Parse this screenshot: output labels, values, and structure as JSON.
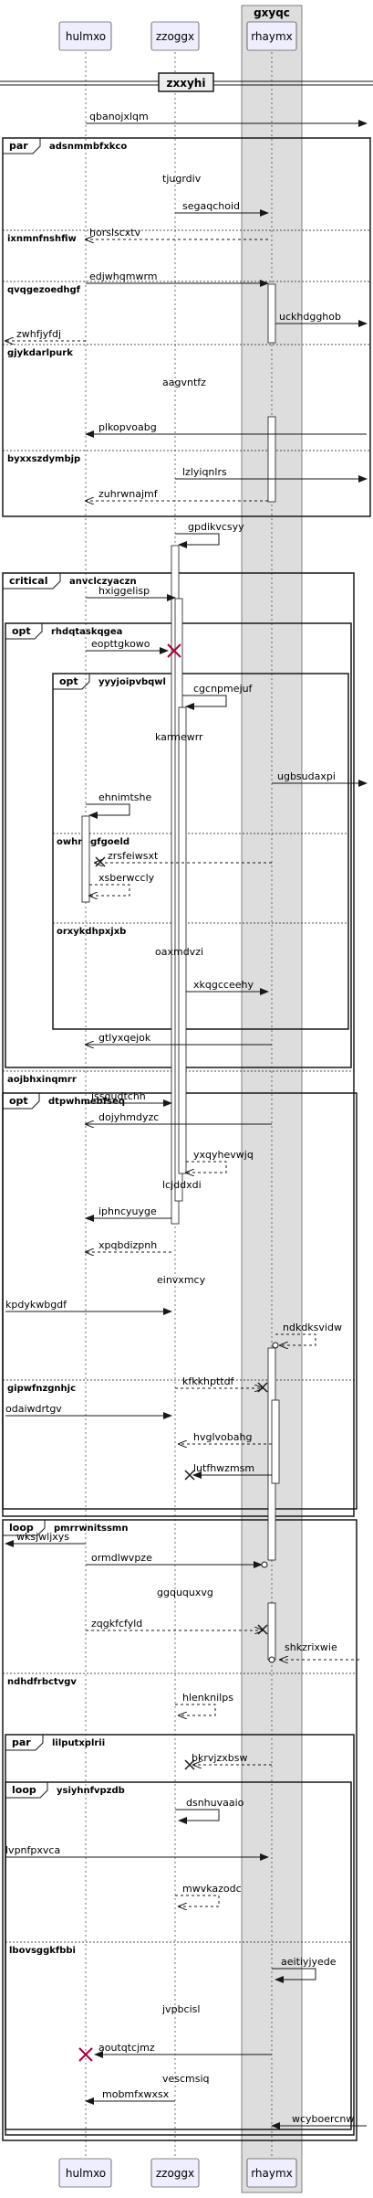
{
  "diagram": {
    "participants": [
      {
        "id": "p1",
        "label": "hulmxo"
      },
      {
        "id": "p2",
        "label": "zzoggx"
      },
      {
        "id": "p3",
        "label": "rhaymx"
      }
    ],
    "box_label": "gxyqc",
    "divider_label": "zxxyhi",
    "frames": [
      {
        "id": "par1",
        "kind": "par",
        "guard": "adsnmmbfxkco",
        "sections": [
          "ixnmnfnshfiw",
          "qvqgezoedhgf",
          "gjykdarlpurk",
          "byxxszdymbjp"
        ]
      },
      {
        "id": "crit",
        "kind": "critical",
        "guard": "anvclczyaczn",
        "sections": [
          "aojbhxinqmrr"
        ]
      },
      {
        "id": "opt1",
        "kind": "opt",
        "guard": "rhdqtaskqgea",
        "sections": []
      },
      {
        "id": "opt2",
        "kind": "opt",
        "guard": "yyyjoipvbqwl",
        "sections": [
          "owhnegfgoeld",
          "orxykdhpxjxb"
        ]
      },
      {
        "id": "opt3",
        "kind": "opt",
        "guard": "dtpwhmebfseq",
        "sections": [
          "gipwfnzgnhjc"
        ]
      },
      {
        "id": "loop1",
        "kind": "loop",
        "guard": "pmrrwnitssmn",
        "sections": [
          "ndhdfrbctvgv"
        ]
      },
      {
        "id": "par2",
        "kind": "par",
        "guard": "lilputxplrii",
        "sections": []
      },
      {
        "id": "loop2",
        "kind": "loop",
        "guard": "ysiyhnfvpzdb",
        "sections": [
          "lbovsggkfbbi"
        ]
      }
    ],
    "messages": [
      "qbanojxlqm",
      "tjugrdiv",
      "segaqchoid",
      "horslscxtv",
      "edjwhqmwrm",
      "uckhdgghob",
      "zwhfjyfdj",
      "aagvntfz",
      "plkopvoabg",
      "lzlyiqnlrs",
      "zuhrwnajmf",
      "gpdikvcsyy",
      "hxiggelisp",
      "eopttgkowo",
      "cgcnpmejuf",
      "karmewrr",
      "ugbsudaxpi",
      "ehnimtshe",
      "zrsfeiwsxt",
      "xsberwccly",
      "oaxmdvzi",
      "xkqgcceehy",
      "gtlyxqejok",
      "issgudtchh",
      "dojyhmdyzc",
      "yxqyhevwjq",
      "lcjddxdi",
      "iphncyuyge",
      "xpqbdizpnh",
      "einvxmcy",
      "kpdykwbgdf",
      "ndkdksvidw",
      "kfkkhpttdf",
      "odaiwdrtgv",
      "hvglvobahg",
      "lutfhwzmsm",
      "wksjwljxys",
      "ormdlwvpze",
      "ggququxvg",
      "zqgkfcfyld",
      "shkzrixwie",
      "hlenknilps",
      "bkrvjzxbsw",
      "dsnhuvaaio",
      "lvpnfpxvca",
      "mwvkazodc",
      "aeitiyjyede",
      "jvpbcisl",
      "aoutqtcjmz",
      "vescmsiq",
      "mobmfxwxsx",
      "wcyboercnw"
    ]
  }
}
